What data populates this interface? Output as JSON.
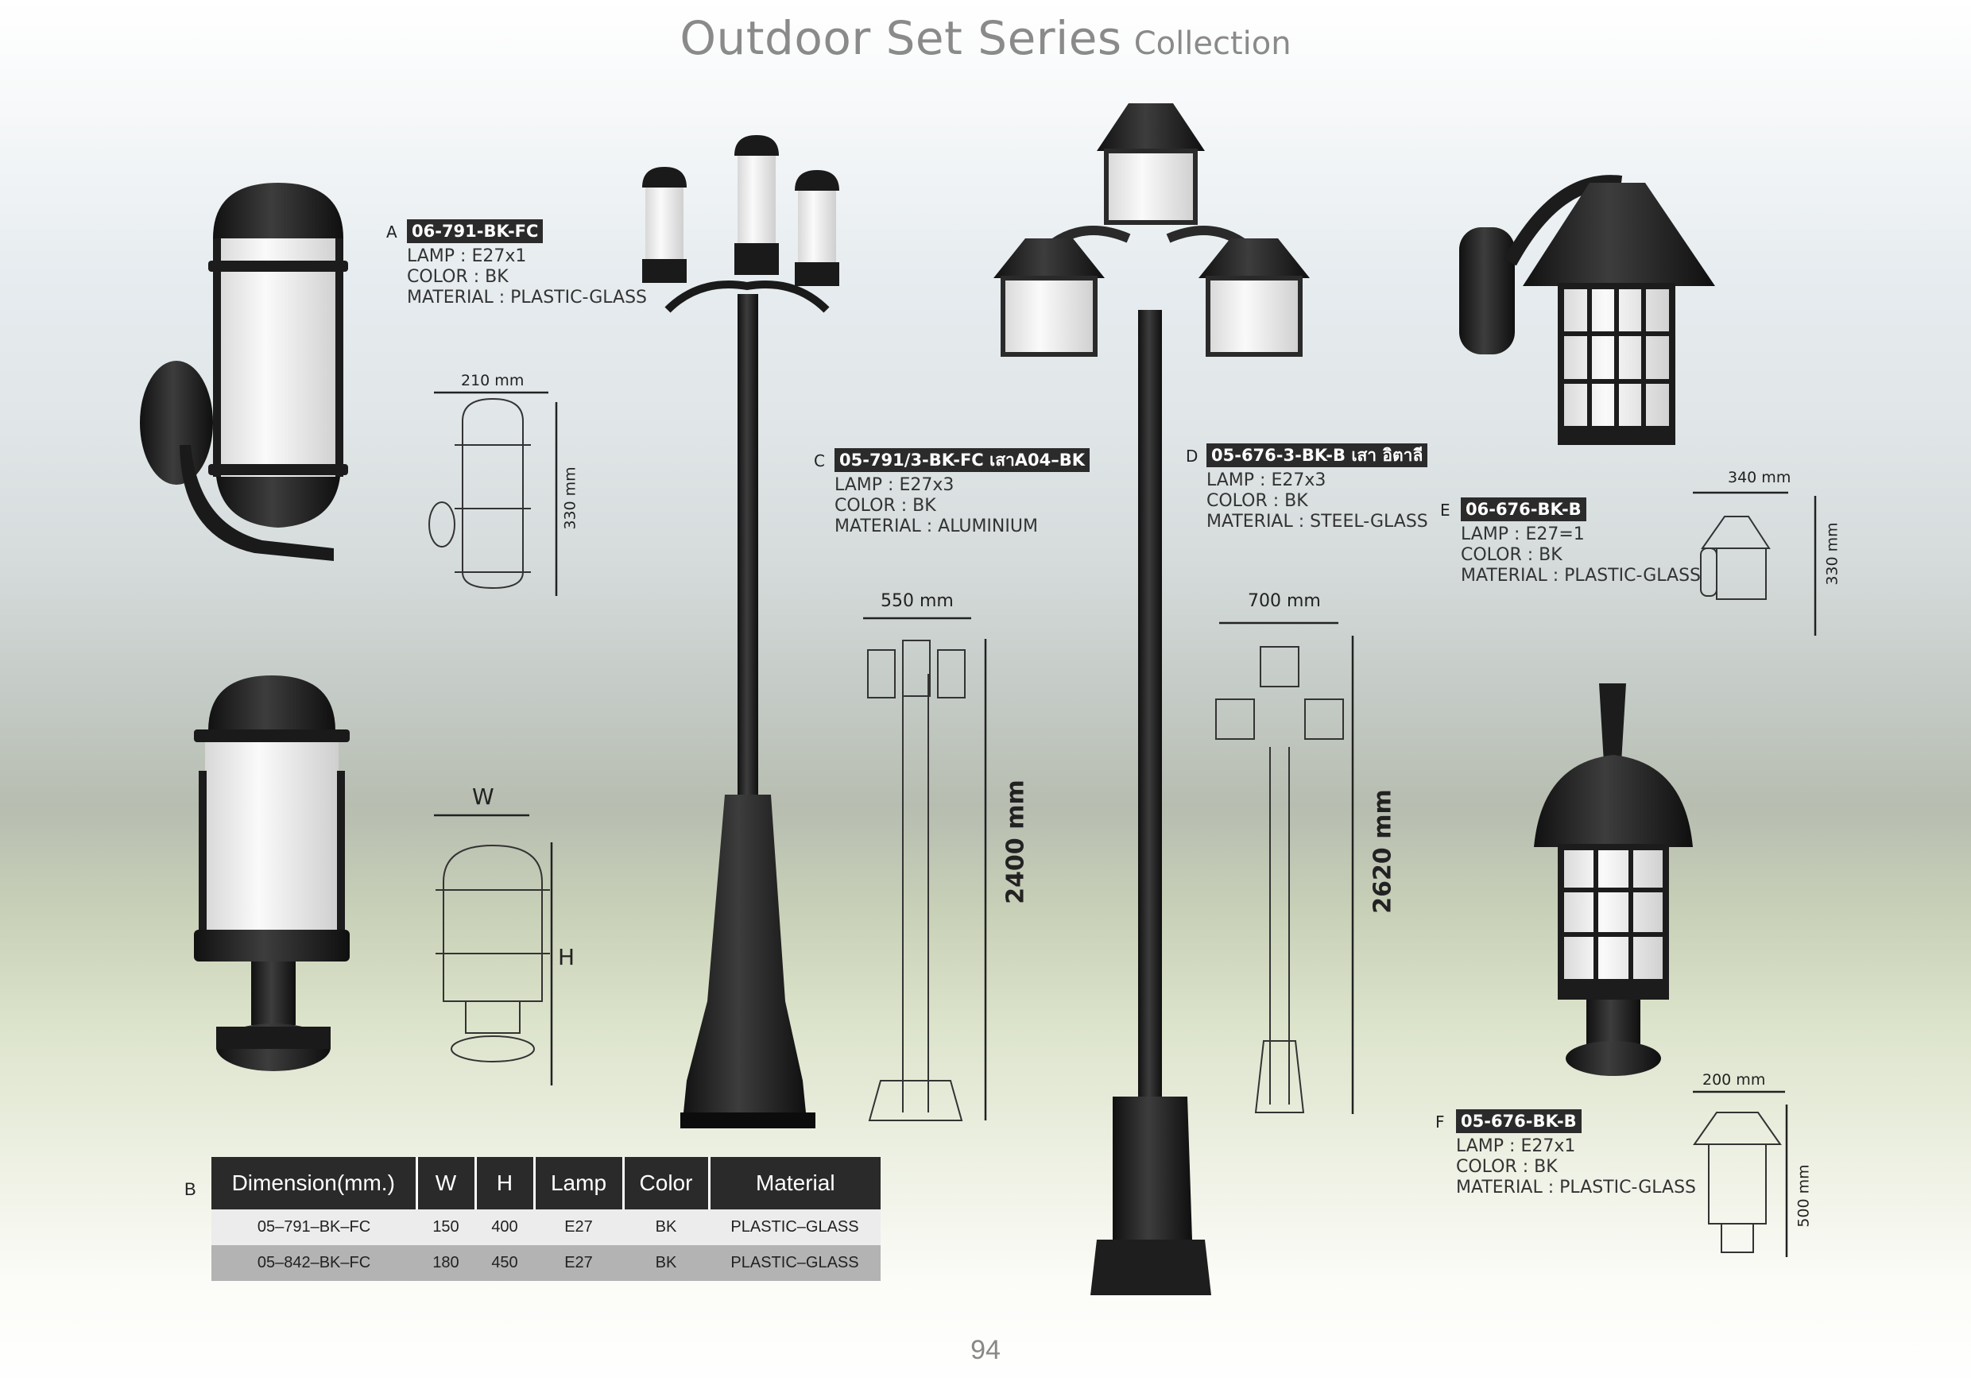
{
  "header": {
    "title": "Outdoor Set Series",
    "subtitle": "Collection"
  },
  "page_number": "94",
  "products": {
    "A": {
      "letter": "A",
      "code": "06-791-BK-FC",
      "lamp": "LAMP : E27x1",
      "color": "COLOR : BK",
      "material": "MATERIAL : PLASTIC-GLASS",
      "width": "210 mm",
      "height": "330 mm"
    },
    "B": {
      "letter": "B",
      "width": "W",
      "height": "H"
    },
    "C": {
      "letter": "C",
      "code": "05-791/3-BK-FC",
      "pole": "เสาA04–BK",
      "lamp": "LAMP : E27x3",
      "color": "COLOR : BK",
      "material": "MATERIAL : ALUMINIUM",
      "width": "550 mm",
      "height": "2400 mm"
    },
    "D": {
      "letter": "D",
      "code": "05-676-3-BK-B",
      "pole": "เสา อิตาลี",
      "lamp": "LAMP : E27x3",
      "color": "COLOR : BK",
      "material": "MATERIAL : STEEL-GLASS",
      "width": "700 mm",
      "height": "2620 mm"
    },
    "E": {
      "letter": "E",
      "code": "06-676-BK-B",
      "lamp": "LAMP : E27=1",
      "color": "COLOR : BK",
      "material": "MATERIAL : PLASTIC-GLASS",
      "width": "340 mm",
      "height": "330 mm"
    },
    "F": {
      "letter": "F",
      "code": "05-676-BK-B",
      "lamp": "LAMP : E27x1",
      "color": "COLOR : BK",
      "material": "MATERIAL : PLASTIC-GLASS",
      "width": "200 mm",
      "height": "500 mm"
    }
  },
  "dimension_table": {
    "headers": [
      "Dimension(mm.)",
      "W",
      "H",
      "Lamp",
      "Color",
      "Material"
    ],
    "rows": [
      [
        "05–791–BK–FC",
        "150",
        "400",
        "E27",
        "BK",
        "PLASTIC–GLASS"
      ],
      [
        "05–842–BK–FC",
        "180",
        "450",
        "E27",
        "BK",
        "PLASTIC–GLASS"
      ]
    ]
  },
  "icons": [
    "wall-lamp-photo-icon",
    "post-top-lamp-photo-icon",
    "triple-lamp-pole-photo-icon",
    "lantern-pole-photo-icon",
    "lantern-wall-lamp-photo-icon",
    "lantern-post-lamp-photo-icon",
    "line-drawing-icon",
    "dimension-arrow-icon"
  ],
  "colors": {
    "accent": "#2b2b2b",
    "lamp_black": "#1c1c1c",
    "glass": "#f2f2f2"
  }
}
